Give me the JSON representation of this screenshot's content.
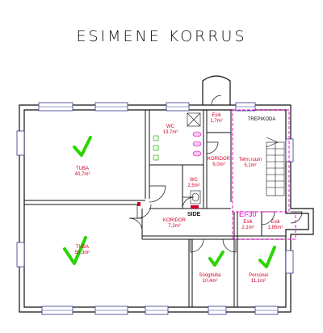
{
  "title": "ESIMENE KORRUS",
  "rooms": {
    "tuba_top": {
      "name": "TUBA",
      "area": "40,7m²"
    },
    "tuba_bottom": {
      "name": "TUBA",
      "area": "50,3m²"
    },
    "wc_big": {
      "name": "WC",
      "area": "13,7m²"
    },
    "wc_small": {
      "name": "WC",
      "area": "2,5m²"
    },
    "esik_top": {
      "name": "Esik",
      "area": "1,7m²"
    },
    "koridor_mid": {
      "name": "KORIDOR",
      "area": "6,0m²"
    },
    "koridor_low": {
      "name": "KORIDOR",
      "area": "7,2m²"
    },
    "trepikoda": {
      "name": "TREPIKODA",
      "area": ""
    },
    "tehruum": {
      "name": "Tehn.ruum",
      "area": "5,1m²"
    },
    "esik_low1": {
      "name": "Esik",
      "area": "2,1m²"
    },
    "esik_low2": {
      "name": "Esik",
      "area": "1,85m²"
    },
    "sooklatuba": {
      "name": "Söögituba",
      "area": "10,4m²"
    },
    "personal": {
      "name": "Personal",
      "area": "11,1m²"
    }
  },
  "side_label": "SIDE",
  "fire_label": "EI-30",
  "colors": {
    "wall": "#111111",
    "label": "#d4002a",
    "fire": "#e000c8",
    "check": "#2bd400"
  }
}
